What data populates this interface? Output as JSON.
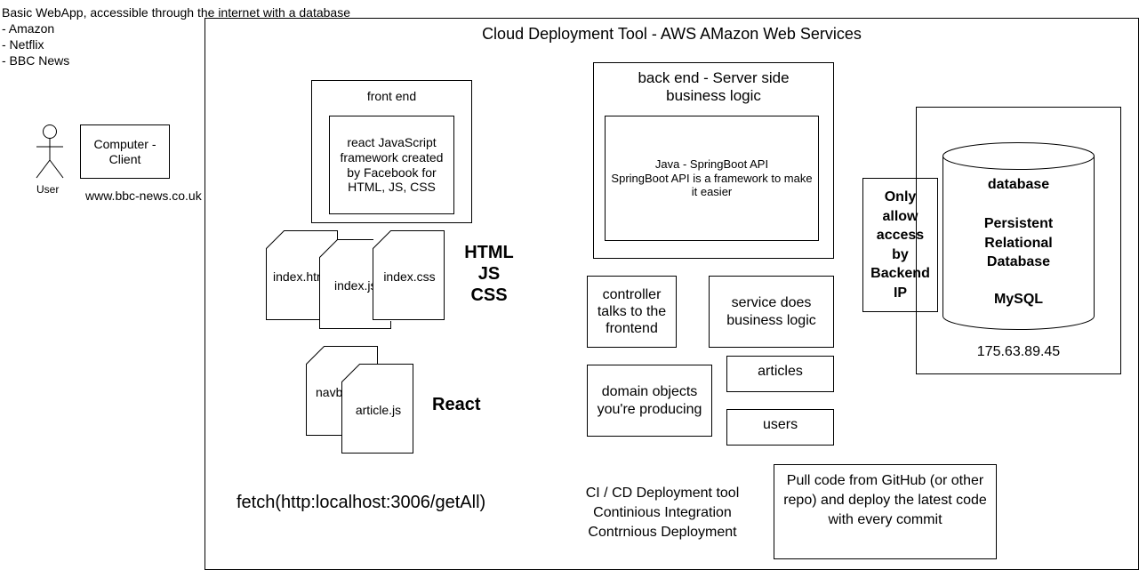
{
  "intro": {
    "title": "Basic WebApp, accessible through the internet with a database",
    "examples": [
      "- Amazon",
      "- Netflix",
      "- BBC News"
    ]
  },
  "user": {
    "label": "User",
    "icon": "stick-figure-user-icon"
  },
  "client": {
    "label": "Computer - Client",
    "url": "www.bbc-news.co.uk"
  },
  "cloud": {
    "title": "Cloud Deployment Tool - AWS AMazon Web Services"
  },
  "frontend": {
    "title": "front end",
    "react_desc": "react JavaScript framework created by Facebook for HTML, JS, CSS",
    "files": [
      "index.html",
      "index.js",
      "index.css"
    ],
    "stack_label": [
      "HTML",
      "JS",
      "CSS"
    ],
    "components": [
      "navbar.js",
      "article.js"
    ],
    "react_label": "React",
    "fetch_call": "fetch(http:localhost:3006/getAll)"
  },
  "backend": {
    "title": "back end - Server side business logic",
    "java_desc": [
      "Java - SpringBoot API",
      "SpringBoot API is a framework to make it easier"
    ],
    "controller": "controller talks to the frontend",
    "service": "service does business logic",
    "domain": "domain objects you're producing",
    "articles": "articles",
    "users": "users"
  },
  "cicd": {
    "label": [
      "CI / CD Deployment tool",
      "Continious Integration",
      "Contrnious Deployment"
    ],
    "desc": "Pull code from GitHub (or other repo) and deploy the latest code with every commit"
  },
  "security": {
    "label": "Only allow access by Backend IP"
  },
  "database": {
    "title": "database",
    "type": "Persistent Relational Database",
    "engine": "MySQL",
    "ip": "175.63.89.45"
  }
}
